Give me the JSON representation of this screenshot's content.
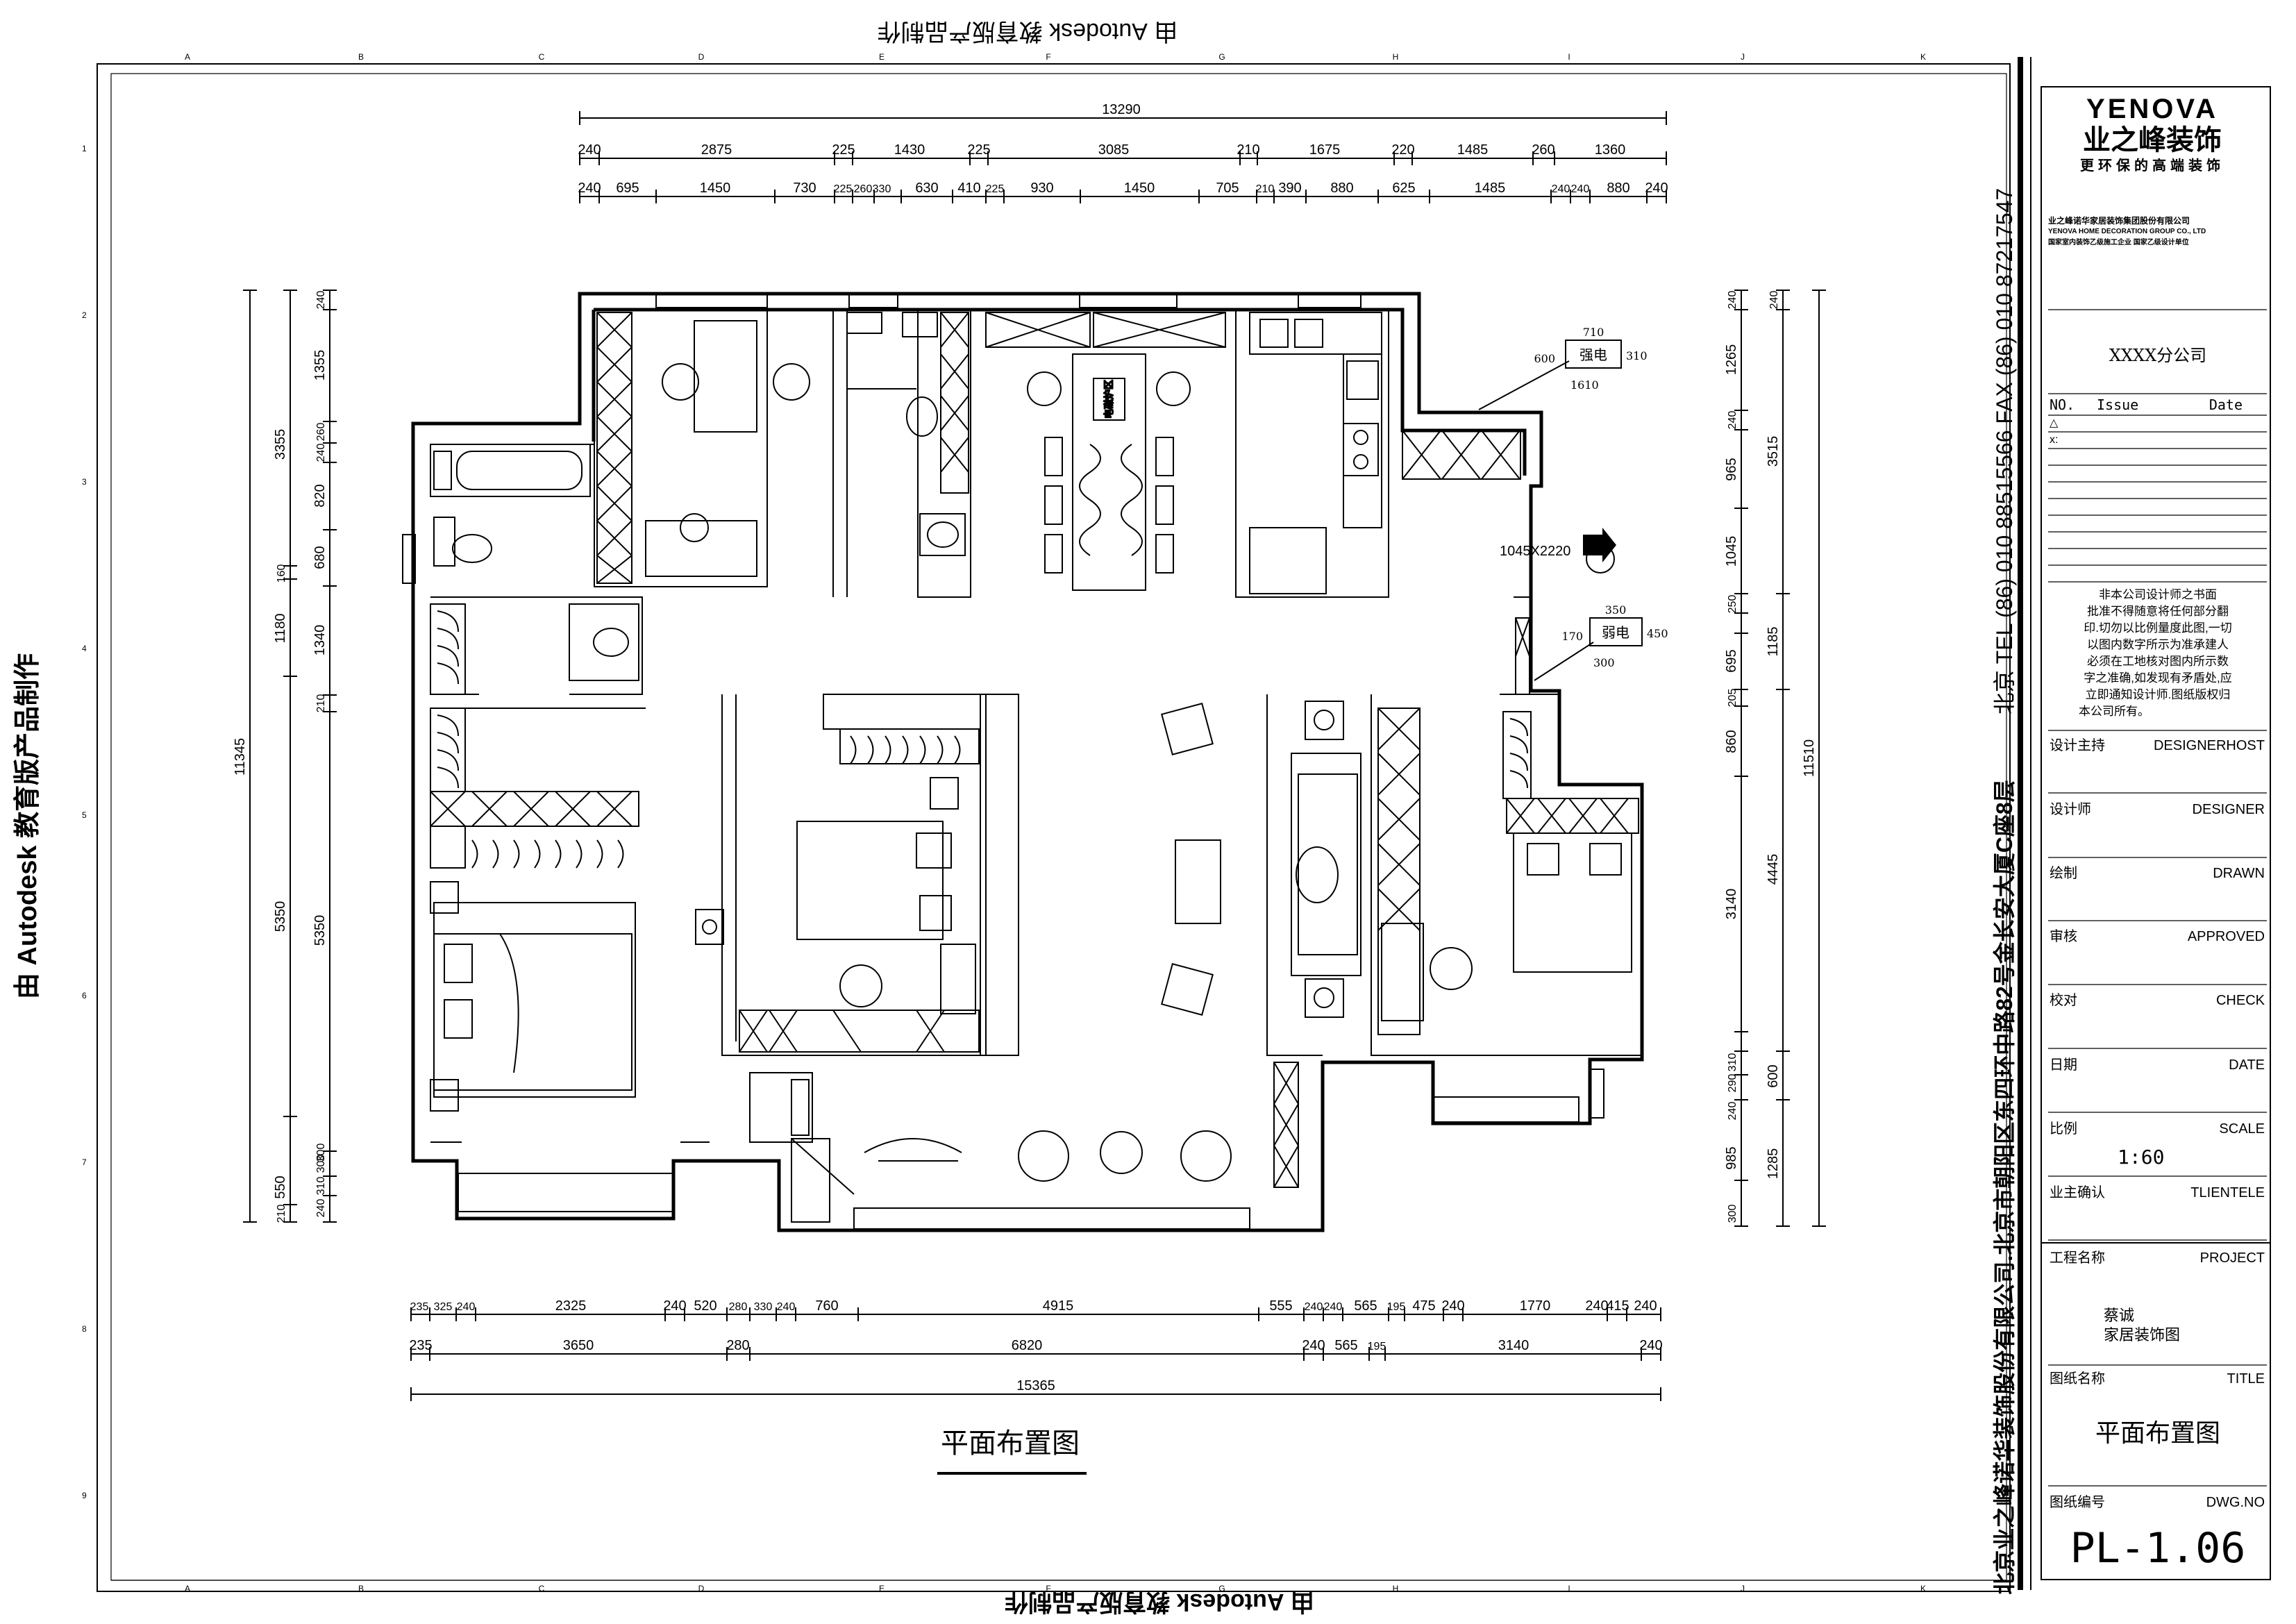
{
  "watermark": {
    "top": "由 Autodesk 教育版产品制作",
    "left": "由 Autodesk 教育版产品制作",
    "bottom": "由 Autodesk 教育版产品制作"
  },
  "grid": {
    "columns": [
      "A",
      "B",
      "C",
      "D",
      "E",
      "F",
      "G",
      "H",
      "I",
      "J",
      "K"
    ],
    "rows": [
      "1",
      "2",
      "3",
      "4",
      "5",
      "6",
      "7",
      "8",
      "9"
    ]
  },
  "dims_top": {
    "overall": "13290",
    "row1": [
      "240",
      "2875",
      "225",
      "1430",
      "225",
      "3085",
      "210",
      "1675",
      "220",
      "1485",
      "260",
      "1360"
    ],
    "row2": [
      "240",
      "695",
      "1450",
      "730",
      "225",
      "260",
      "330",
      "630",
      "410",
      "225",
      "930",
      "1450",
      "705",
      "210",
      "390",
      "880",
      "625",
      "1485",
      "240",
      "240",
      "880",
      "240"
    ]
  },
  "dims_bottom": {
    "overall": "15365",
    "row1": [
      "235",
      "325",
      "240",
      "2325",
      "240",
      "520",
      "280",
      "330",
      "240",
      "760",
      "4915",
      "555",
      "240",
      "240",
      "565",
      "195",
      "475",
      "240",
      "1770",
      "240",
      "415",
      "240"
    ],
    "row2": [
      "235",
      "3650",
      "280",
      "6820",
      "240",
      "565",
      "195",
      "3140",
      "240"
    ]
  },
  "dims_left": {
    "overall": "11345",
    "col1": [
      "3355",
      "160",
      "1180",
      "5350",
      "550",
      "210"
    ],
    "col2": [
      "240",
      "1355",
      "260",
      "240",
      "820",
      "680",
      "1340",
      "210",
      "5350",
      "300",
      "240",
      "310",
      "300"
    ]
  },
  "dims_right": {
    "overall": "11510",
    "col1": [
      "1265",
      "240",
      "965",
      "1045",
      "240",
      "250",
      "695",
      "205",
      "860",
      "3140",
      "240",
      "290",
      "310",
      "985",
      "300"
    ],
    "col2": [
      "240",
      "3515",
      "1185",
      "4445",
      "600",
      "1285"
    ]
  },
  "annotations": {
    "strong_power": "强电",
    "weak_power": "弱电",
    "sp_dims": [
      "710",
      "600",
      "310",
      "1610"
    ],
    "wp_dims": [
      "350",
      "170",
      "450",
      "300"
    ],
    "entry": "1045X2220",
    "island_label": "电磁炉区"
  },
  "drawing_title": "平面布置图",
  "title_block": {
    "brand_en": "YENOVA",
    "brand_cn": "业之峰装饰",
    "slogan": "更环保的高端装饰",
    "company_cn": "业之峰诺华家居装饰集团股份有限公司",
    "company_en": "YENOVA HOME DECORATION GROUP CO., LTD",
    "company_note": "国家室内装饰乙级施工企业 国家乙级设计单位",
    "branch": "XXXX分公司",
    "rev_headers": [
      "NO.",
      "Issue",
      "Date"
    ],
    "notice": [
      "非本公司设计师之书面",
      "批准不得随意将任何部分翻",
      "印.切勿以比例量度此图,一切",
      "以图内数字所示为准承建人",
      "必须在工地核对图内所示数",
      "字之准确,如发现有矛盾处,应",
      "立即通知设计师.图纸版权归",
      "本公司所有。"
    ],
    "fields": [
      {
        "cn": "设计主持",
        "en": "DESIGNERHOST",
        "value": ""
      },
      {
        "cn": "设计师",
        "en": "DESIGNER",
        "value": ""
      },
      {
        "cn": "绘制",
        "en": "DRAWN",
        "value": ""
      },
      {
        "cn": "审核",
        "en": "APPROVED",
        "value": ""
      },
      {
        "cn": "校对",
        "en": "CHECK",
        "value": ""
      },
      {
        "cn": "日期",
        "en": "DATE",
        "value": ""
      },
      {
        "cn": "比例",
        "en": "SCALE",
        "value": "1:60"
      },
      {
        "cn": "业主确认",
        "en": "TLIENTELE",
        "value": ""
      }
    ],
    "project_label_cn": "工程名称",
    "project_label_en": "PROJECT",
    "project_value": [
      "蔡诚",
      "家居装饰图"
    ],
    "title_label_cn": "图纸名称",
    "title_label_en": "TITLE",
    "title_value": "平面布置图",
    "dwg_label_cn": "图纸编号",
    "dwg_label_en": "DWG.NO",
    "dwg_value": "PL-1.06",
    "contact_vertical": "北京  TEL (86) 010 88515566  FAX (86) 010 87217547",
    "address_vertical": "北京业之峰诺华装饰股份有限公司.北京市朝阳区东四环中路82号金长安大厦C座8层"
  }
}
